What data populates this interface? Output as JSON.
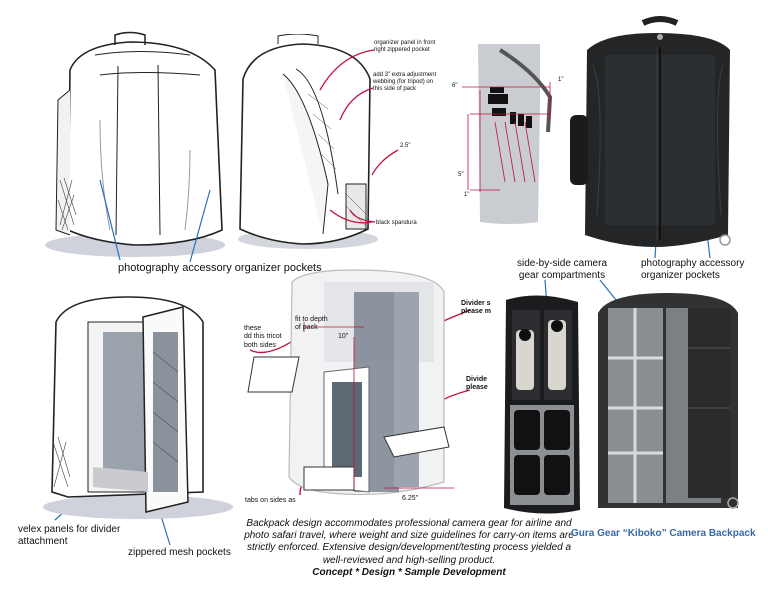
{
  "labels": {
    "organizer_pockets": "photography accessory organizer pockets",
    "velcro_panels": "velex panels for divider attachment",
    "mesh_pockets": "zippered mesh pockets",
    "side_by_side": "side-by-side camera gear compartments",
    "photo_accessory": "photography accessory organizer pockets"
  },
  "notes": {
    "organizer_panel": "organizer panel in front right zippered pocket",
    "webbing": "add 3\" extra adjustment webbing (for tripod) on this side of pack",
    "dim_2_5": "2.5\"",
    "black_spandura": "black spandura",
    "dim_6": "6\"",
    "dim_1_top": "1\"",
    "dim_5": "5\"",
    "dim_1_bottom": "1\"",
    "these_tricot": "these\ndd this tricot\nboth sides",
    "fit_depth": "fit to depth\nof pack",
    "dim_10": "10\"",
    "divider_1": "Divider s\nplease m",
    "divider_2": "Divide\nplease",
    "tabs_sides": "tabs on sides as",
    "dim_6_25": "6.25\""
  },
  "caption": {
    "body": "Backpack design accommodates professional camera gear for airline and photo safari travel, where weight and size guidelines for carry-on items are strictly enforced. Extensive design/development/testing process yielded a well-reviewed and high-selling product.",
    "tagline": "Concept * Design * Sample Development"
  },
  "product_title": "Gura Gear “Kiboko” Camera Backpack",
  "colors": {
    "accent_red": "#c0143c",
    "callout_blue": "#2a72b8",
    "title_blue": "#3768a8"
  }
}
